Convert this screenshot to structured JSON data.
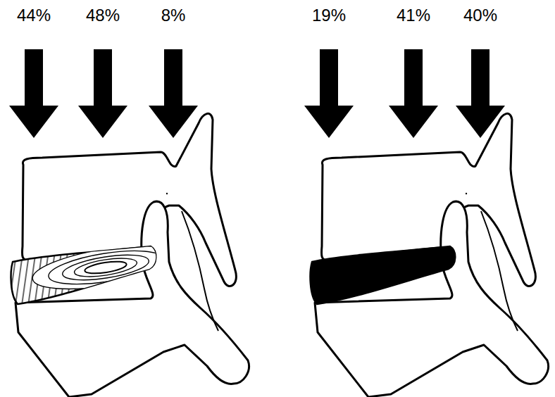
{
  "diagram": {
    "labels": [
      "44%",
      "48%",
      "8%",
      "19%",
      "41%",
      "40%"
    ]
  }
}
